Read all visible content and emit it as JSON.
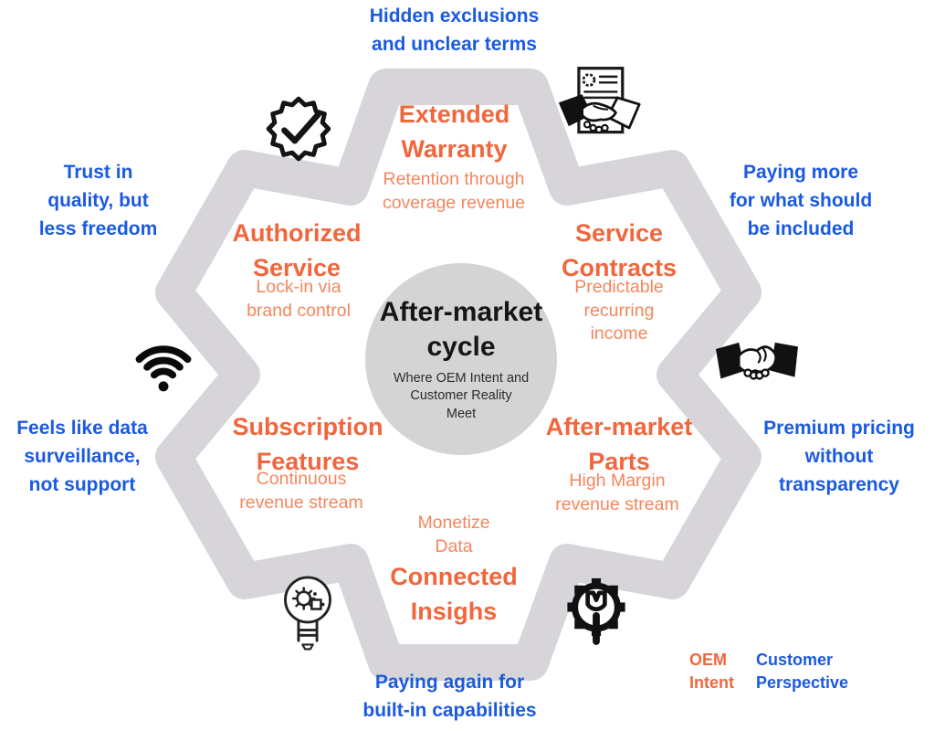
{
  "center": {
    "title": "After-market cycle",
    "subtitle": "Where OEM Intent and\nCustomer Reality\nMeet"
  },
  "segments": [
    {
      "name": "Extended Warranty",
      "label": "Extended\nWarranty",
      "desc": "Retention through\ncoverage revenue"
    },
    {
      "name": "Service Contracts",
      "label": "Service\nContracts",
      "desc": "Predictable\nrecurring\nincome"
    },
    {
      "name": "After-market Parts",
      "label": "After-market\nParts",
      "desc": "High Margin\nrevenue stream"
    },
    {
      "name": "Connected Insighs",
      "label": "Connected\nInsighs",
      "desc": "Monetize\nData"
    },
    {
      "name": "Subscription Features",
      "label": "Subscription\nFeatures",
      "desc": "Continuous\nrevenue stream"
    },
    {
      "name": "Authorized Service",
      "label": "Authorized\nService",
      "desc": "Lock-in via\nbrand control"
    }
  ],
  "customer_notes": [
    {
      "position": "top",
      "text": "Hidden exclusions\nand unclear terms"
    },
    {
      "position": "top-right",
      "text": "Paying more\nfor what should\nbe included"
    },
    {
      "position": "right",
      "text": "Premium pricing\nwithout\ntransparency"
    },
    {
      "position": "bottom",
      "text": "Paying again for\nbuilt-in capabilities"
    },
    {
      "position": "left",
      "text": "Feels like data\nsurveillance,\nnot support"
    },
    {
      "position": "top-left",
      "text": "Trust in\nquality, but\nless freedom"
    }
  ],
  "icons": {
    "top_left": "verified-badge-icon",
    "top_right": "contract-handshake-icon",
    "right": "handshake-icon",
    "bottom_right": "gear-wrench-icon",
    "bottom_left": "lightbulb-gear-icon",
    "left": "wifi-icon"
  },
  "legend": {
    "oem_label": "OEM\nIntent",
    "customer_label": "Customer\nPerspective"
  },
  "colors": {
    "oem_heading": "#f1663c",
    "oem_subtext": "#f5855d",
    "customer_text": "#1b5ae0",
    "ring": "#d7d5da",
    "center_circle": "#d4d4d4",
    "icon_black": "#141414"
  }
}
